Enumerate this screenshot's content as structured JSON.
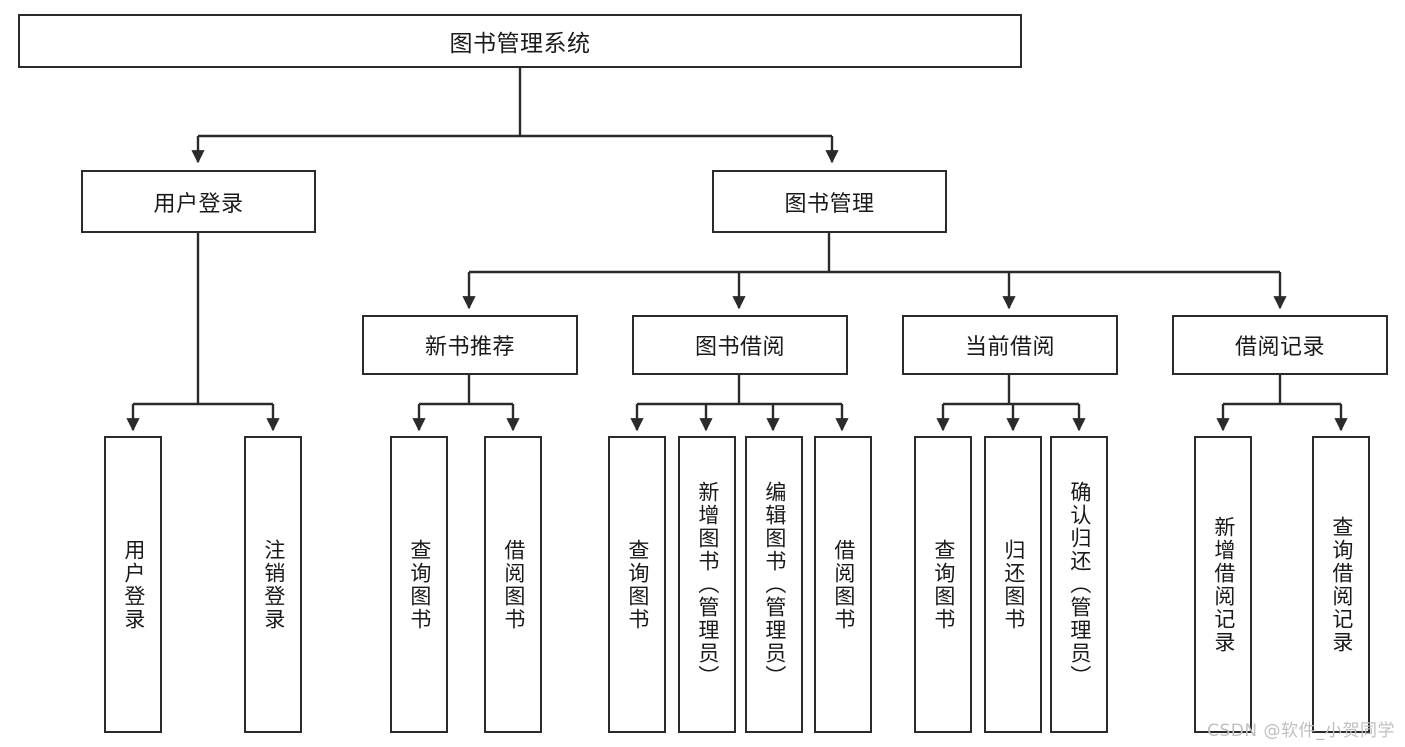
{
  "diagram": {
    "title_node": {
      "label": "图书管理系统"
    },
    "level2": [
      {
        "id": "user-login",
        "label": "用户登录"
      },
      {
        "id": "book-manage",
        "label": "图书管理"
      }
    ],
    "level3": [
      {
        "id": "new-book-recommend",
        "label": "新书推荐"
      },
      {
        "id": "book-borrow",
        "label": "图书借阅"
      },
      {
        "id": "current-borrow",
        "label": "当前借阅"
      },
      {
        "id": "borrow-record",
        "label": "借阅记录"
      }
    ],
    "leaves": {
      "user_login": [
        {
          "id": "leaf-user-login",
          "label": "用户登录"
        },
        {
          "id": "leaf-logout",
          "label": "注销登录"
        }
      ],
      "new_book_recommend": [
        {
          "id": "leaf-query-book-1",
          "label": "查询图书"
        },
        {
          "id": "leaf-borrow-book-1",
          "label": "借阅图书"
        }
      ],
      "book_borrow": [
        {
          "id": "leaf-query-book-2",
          "label": "查询图书"
        },
        {
          "id": "leaf-add-book",
          "label": "新增图书（管理员）"
        },
        {
          "id": "leaf-edit-book",
          "label": "编辑图书（管理员）"
        },
        {
          "id": "leaf-borrow-book-2",
          "label": "借阅图书"
        }
      ],
      "current_borrow": [
        {
          "id": "leaf-query-book-3",
          "label": "查询图书"
        },
        {
          "id": "leaf-return-book",
          "label": "归还图书"
        },
        {
          "id": "leaf-confirm-return",
          "label": "确认归还（管理员）"
        }
      ],
      "borrow_record": [
        {
          "id": "leaf-add-record",
          "label": "新增借阅记录"
        },
        {
          "id": "leaf-query-record",
          "label": "查询借阅记录"
        }
      ]
    },
    "watermark": "CSDN @软件_小贺同学",
    "colors": {
      "stroke": "#2b2b2b",
      "background": "#ffffff",
      "text": "#1a1a1a",
      "watermark": "#bfbfbf"
    }
  }
}
